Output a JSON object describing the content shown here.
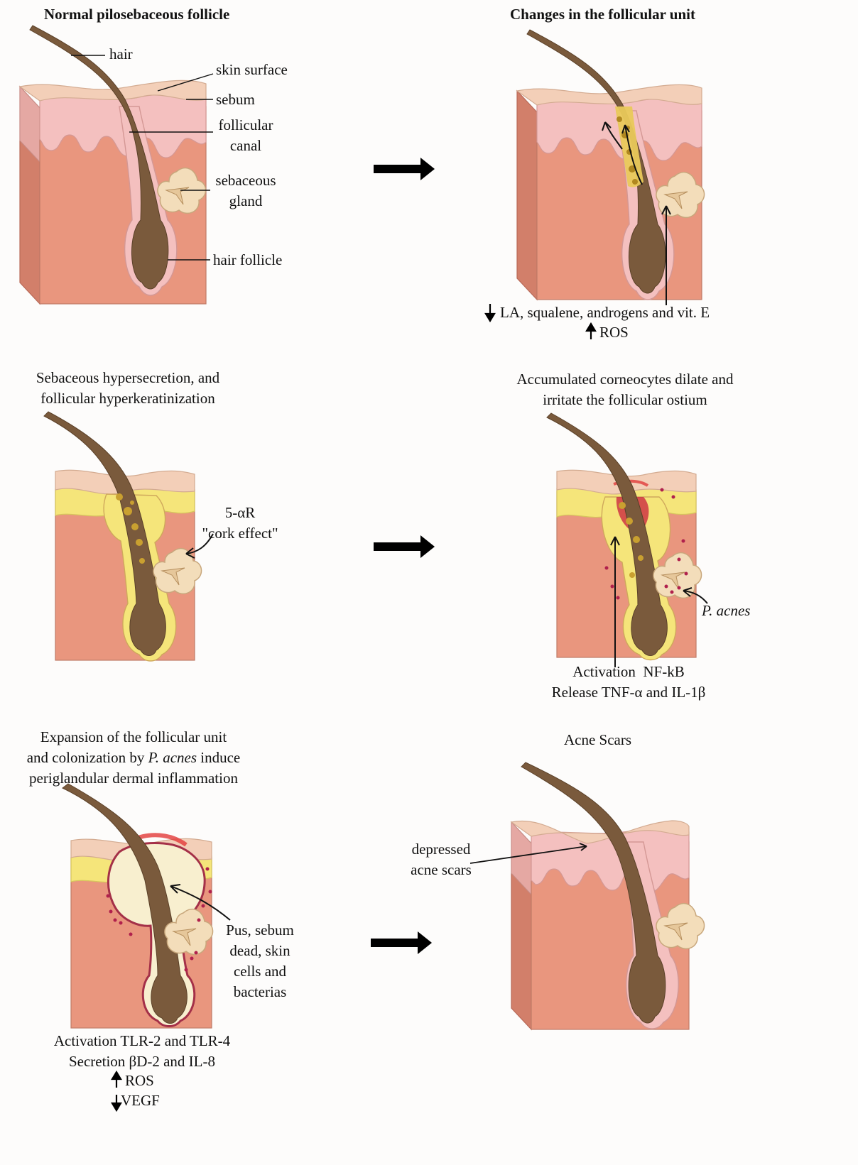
{
  "panel1": {
    "title": "Normal pilosebaceous follicle",
    "labels": {
      "hair": "hair",
      "skin_surface": "skin surface",
      "sebum": "sebum",
      "follicular_canal": [
        "follicular",
        "canal"
      ],
      "sebaceous_gland": [
        "sebaceous",
        "gland"
      ],
      "hair_follicle": "hair follicle"
    }
  },
  "panel2": {
    "title": "Changes in the follicular unit",
    "notes": [
      "LA, squalene, androgens and vit. E",
      "ROS"
    ]
  },
  "panel3": {
    "title": [
      "Sebaceous hypersecretion, and",
      "follicular hyperkeratinization"
    ],
    "label": [
      "5-αR",
      "\"cork effect\""
    ]
  },
  "panel4": {
    "title": [
      "Accumulated corneocytes dilate and",
      "irritate the follicular ostium"
    ],
    "bacteria_label": "P. acnes",
    "notes": [
      "Activation  NF-kB",
      "Release TNF-α and IL-1β"
    ]
  },
  "panel5": {
    "title_line1": "Expansion of the follicular unit",
    "title_line2_pre": "and colonization by ",
    "title_line2_italic": "P. acnes",
    "title_line2_post": " induce",
    "title_line3": "periglandular dermal inflammation",
    "label": [
      "Pus, sebum",
      "dead, skin",
      "cells and",
      "bacterias"
    ],
    "notes": [
      "Activation TLR-2 and TLR-4",
      "Secretion βD-2 and IL-8",
      "ROS",
      "VEGF"
    ]
  },
  "panel6": {
    "title": "Acne Scars",
    "label": [
      "depressed",
      "acne scars"
    ]
  },
  "colors": {
    "dermis": "#e9967e",
    "dermis_dark": "#d27f6a",
    "epidermis": "#f4c0bf",
    "stratum": "#f3cfb8",
    "hair": "#7a5a3c",
    "sebum": "#f2e58a",
    "gland": "#f3ddba",
    "inflammation": "#b0204c",
    "arrow": "#000000"
  }
}
